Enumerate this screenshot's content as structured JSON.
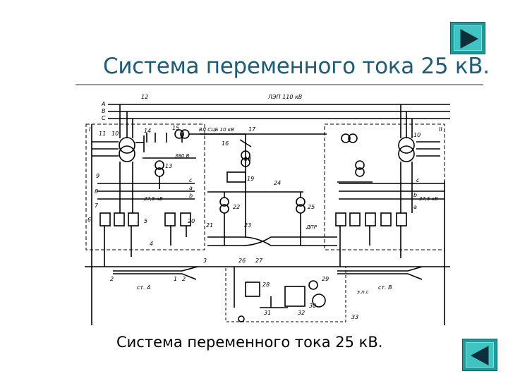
{
  "slide": {
    "title": "Система переменного тока 25 кВ.",
    "caption": "Система переменного тока 25 кВ."
  },
  "navigation": {
    "next_icon": "triangle-right-icon",
    "prev_icon": "triangle-left-icon",
    "button_color": "#3fc3c3"
  },
  "diagram": {
    "labels": {
      "line_110": "ЛЭП 110 кВ",
      "phase_a": "A",
      "phase_b": "B",
      "phase_c": "C",
      "sub_1": "I",
      "sub_2": "II",
      "n12": "12",
      "n11": "11",
      "n10": "10",
      "n14": "14",
      "n15": "15",
      "vl": "ВЛ СЦБ 10 кВ",
      "n16": "16",
      "n17": "17",
      "n18": "18",
      "n19": "19",
      "v380": "380 В",
      "n13": "13",
      "n9": "9",
      "n8": "8",
      "n7": "7",
      "n6": "6",
      "n5": "5",
      "n20": "20",
      "n21": "21",
      "n22": "22",
      "n23": "23",
      "n24": "24",
      "n25": "25",
      "n4": "4",
      "n3": "3",
      "n2": "2",
      "n1": "1",
      "n26": "26",
      "n27": "27",
      "n28": "28",
      "n29": "29",
      "n30": "30",
      "n31": "31",
      "n32": "32",
      "n33": "33",
      "kv275_left": "27,5 кВ",
      "kv275_right": "27,5 кВ",
      "bus_c": "c",
      "bus_a": "a",
      "bus_b": "b",
      "bus_c2": "c",
      "bus_b2": "b",
      "bus_a2": "a",
      "dpr": "ДПР",
      "st_a": "ст. А",
      "st_b": "ст. В",
      "eps": "э.п.с",
      "n10r": "10",
      "n2r": "2"
    }
  }
}
